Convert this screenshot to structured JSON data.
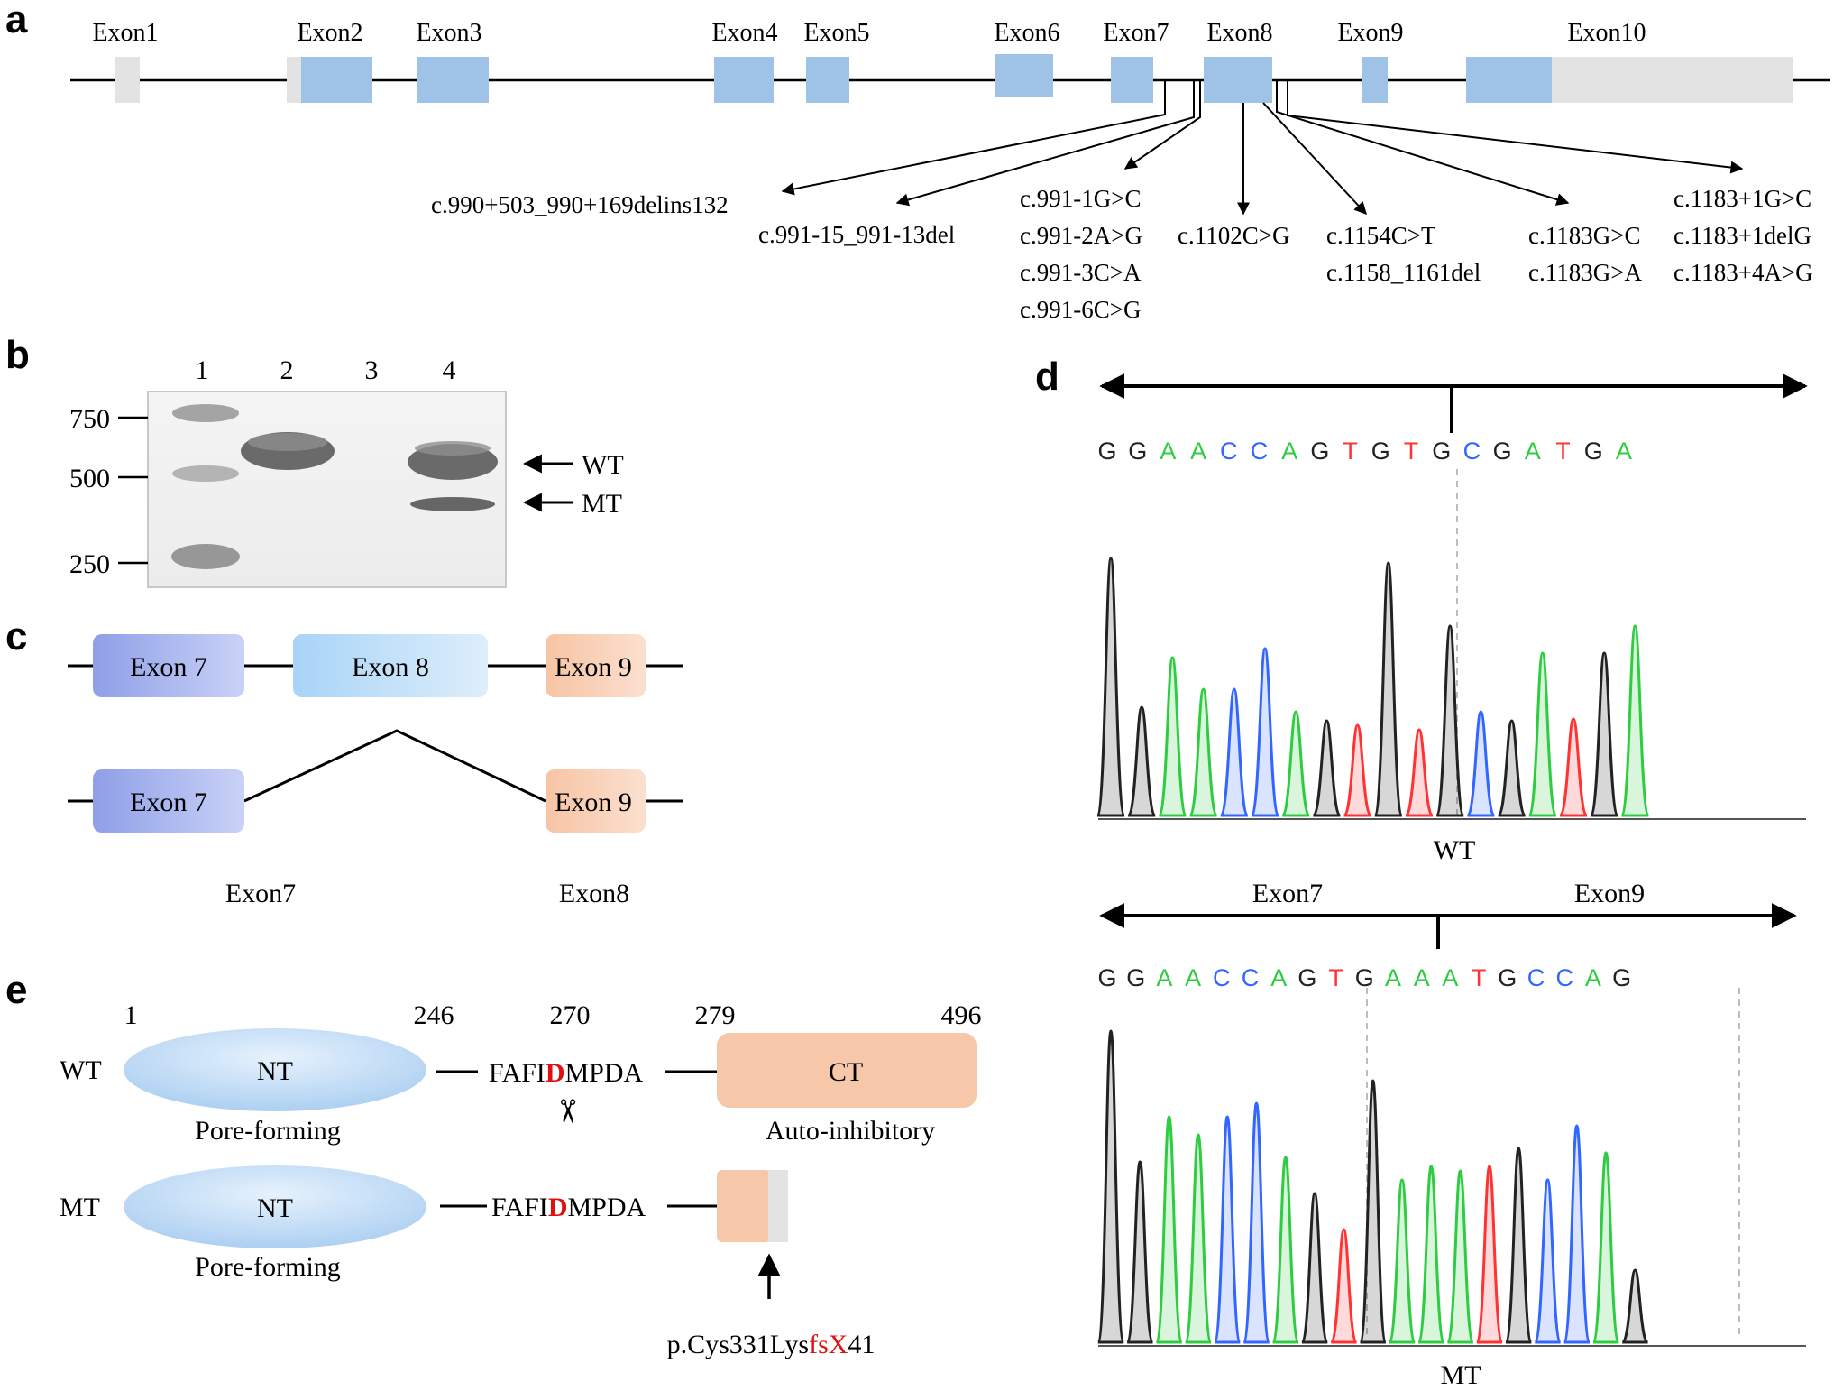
{
  "panel_labels": {
    "a": "a",
    "b": "b",
    "c": "c",
    "d": "d",
    "e": "e"
  },
  "colors": {
    "exon_coding": "#9ec3e6",
    "exon_utr": "#e3e3e3",
    "base_A": "#2ecc40",
    "base_C": "#3366ff",
    "base_G": "#222222",
    "base_T": "#ff3333",
    "mutation_red": "#e01010",
    "ct_domain": "#f6c7a8",
    "nt_domain": "#b9d8f4"
  },
  "panel_a": {
    "exon_labels": [
      "Exon1",
      "Exon2",
      "Exon3",
      "Exon4",
      "Exon5",
      "Exon6",
      "Exon7",
      "Exon8",
      "Exon9",
      "Exon10"
    ],
    "variants": {
      "intron7_large": "c.990+503_990+169delins132",
      "intron7_small": "c.991-15_991-13del",
      "acceptor": [
        "c.991-1G>C",
        "c.991-2A>G",
        "c.991-3C>A",
        "c.991-6C>G"
      ],
      "exon_mid": "c.1102C>G",
      "exon_late": [
        "c.1154C>T",
        "c.1158_1161del"
      ],
      "exon_end": [
        "c.1183G>C",
        "c.1183G>A"
      ],
      "donor": [
        "c.1183+1G>C",
        "c.1183+1delG",
        "c.1183+4A>G"
      ]
    }
  },
  "panel_b": {
    "lanes": [
      "1",
      "2",
      "3",
      "4"
    ],
    "ladder": [
      "750",
      "500",
      "250"
    ],
    "band_labels": [
      "WT",
      "MT"
    ]
  },
  "panel_c": {
    "exon7": "Exon 7",
    "exon8": "Exon 8",
    "exon9": "Exon 9",
    "bottom_left": "Exon7",
    "bottom_right": "Exon8"
  },
  "panel_d": {
    "wt_sequence": [
      "G",
      "G",
      "A",
      "A",
      "C",
      "C",
      "A",
      "G",
      "T",
      "G",
      "T",
      "G",
      "C",
      "G",
      "A",
      "T",
      "G",
      "A"
    ],
    "mt_sequence": [
      "G",
      "G",
      "A",
      "A",
      "C",
      "C",
      "A",
      "G",
      "T",
      "G",
      "A",
      "A",
      "A",
      "T",
      "G",
      "C",
      "C",
      "A",
      "G"
    ],
    "wt_label": "WT",
    "mt_label": "MT",
    "mt_left": "Exon7",
    "mt_right": "Exon9"
  },
  "panel_e": {
    "positions": [
      "1",
      "246",
      "270",
      "279",
      "496"
    ],
    "wt_row": "WT",
    "mt_row": "MT",
    "nt": "NT",
    "ct": "CT",
    "pore": "Pore-forming",
    "auto": "Auto-inhibitory",
    "motif_pre": "FAFI",
    "motif_d": "D",
    "motif_post": "MPDA",
    "scissors": "✂",
    "mut_pre": "p.Cys331Lys",
    "mut_fs": "fsX",
    "mut_post": "41"
  }
}
